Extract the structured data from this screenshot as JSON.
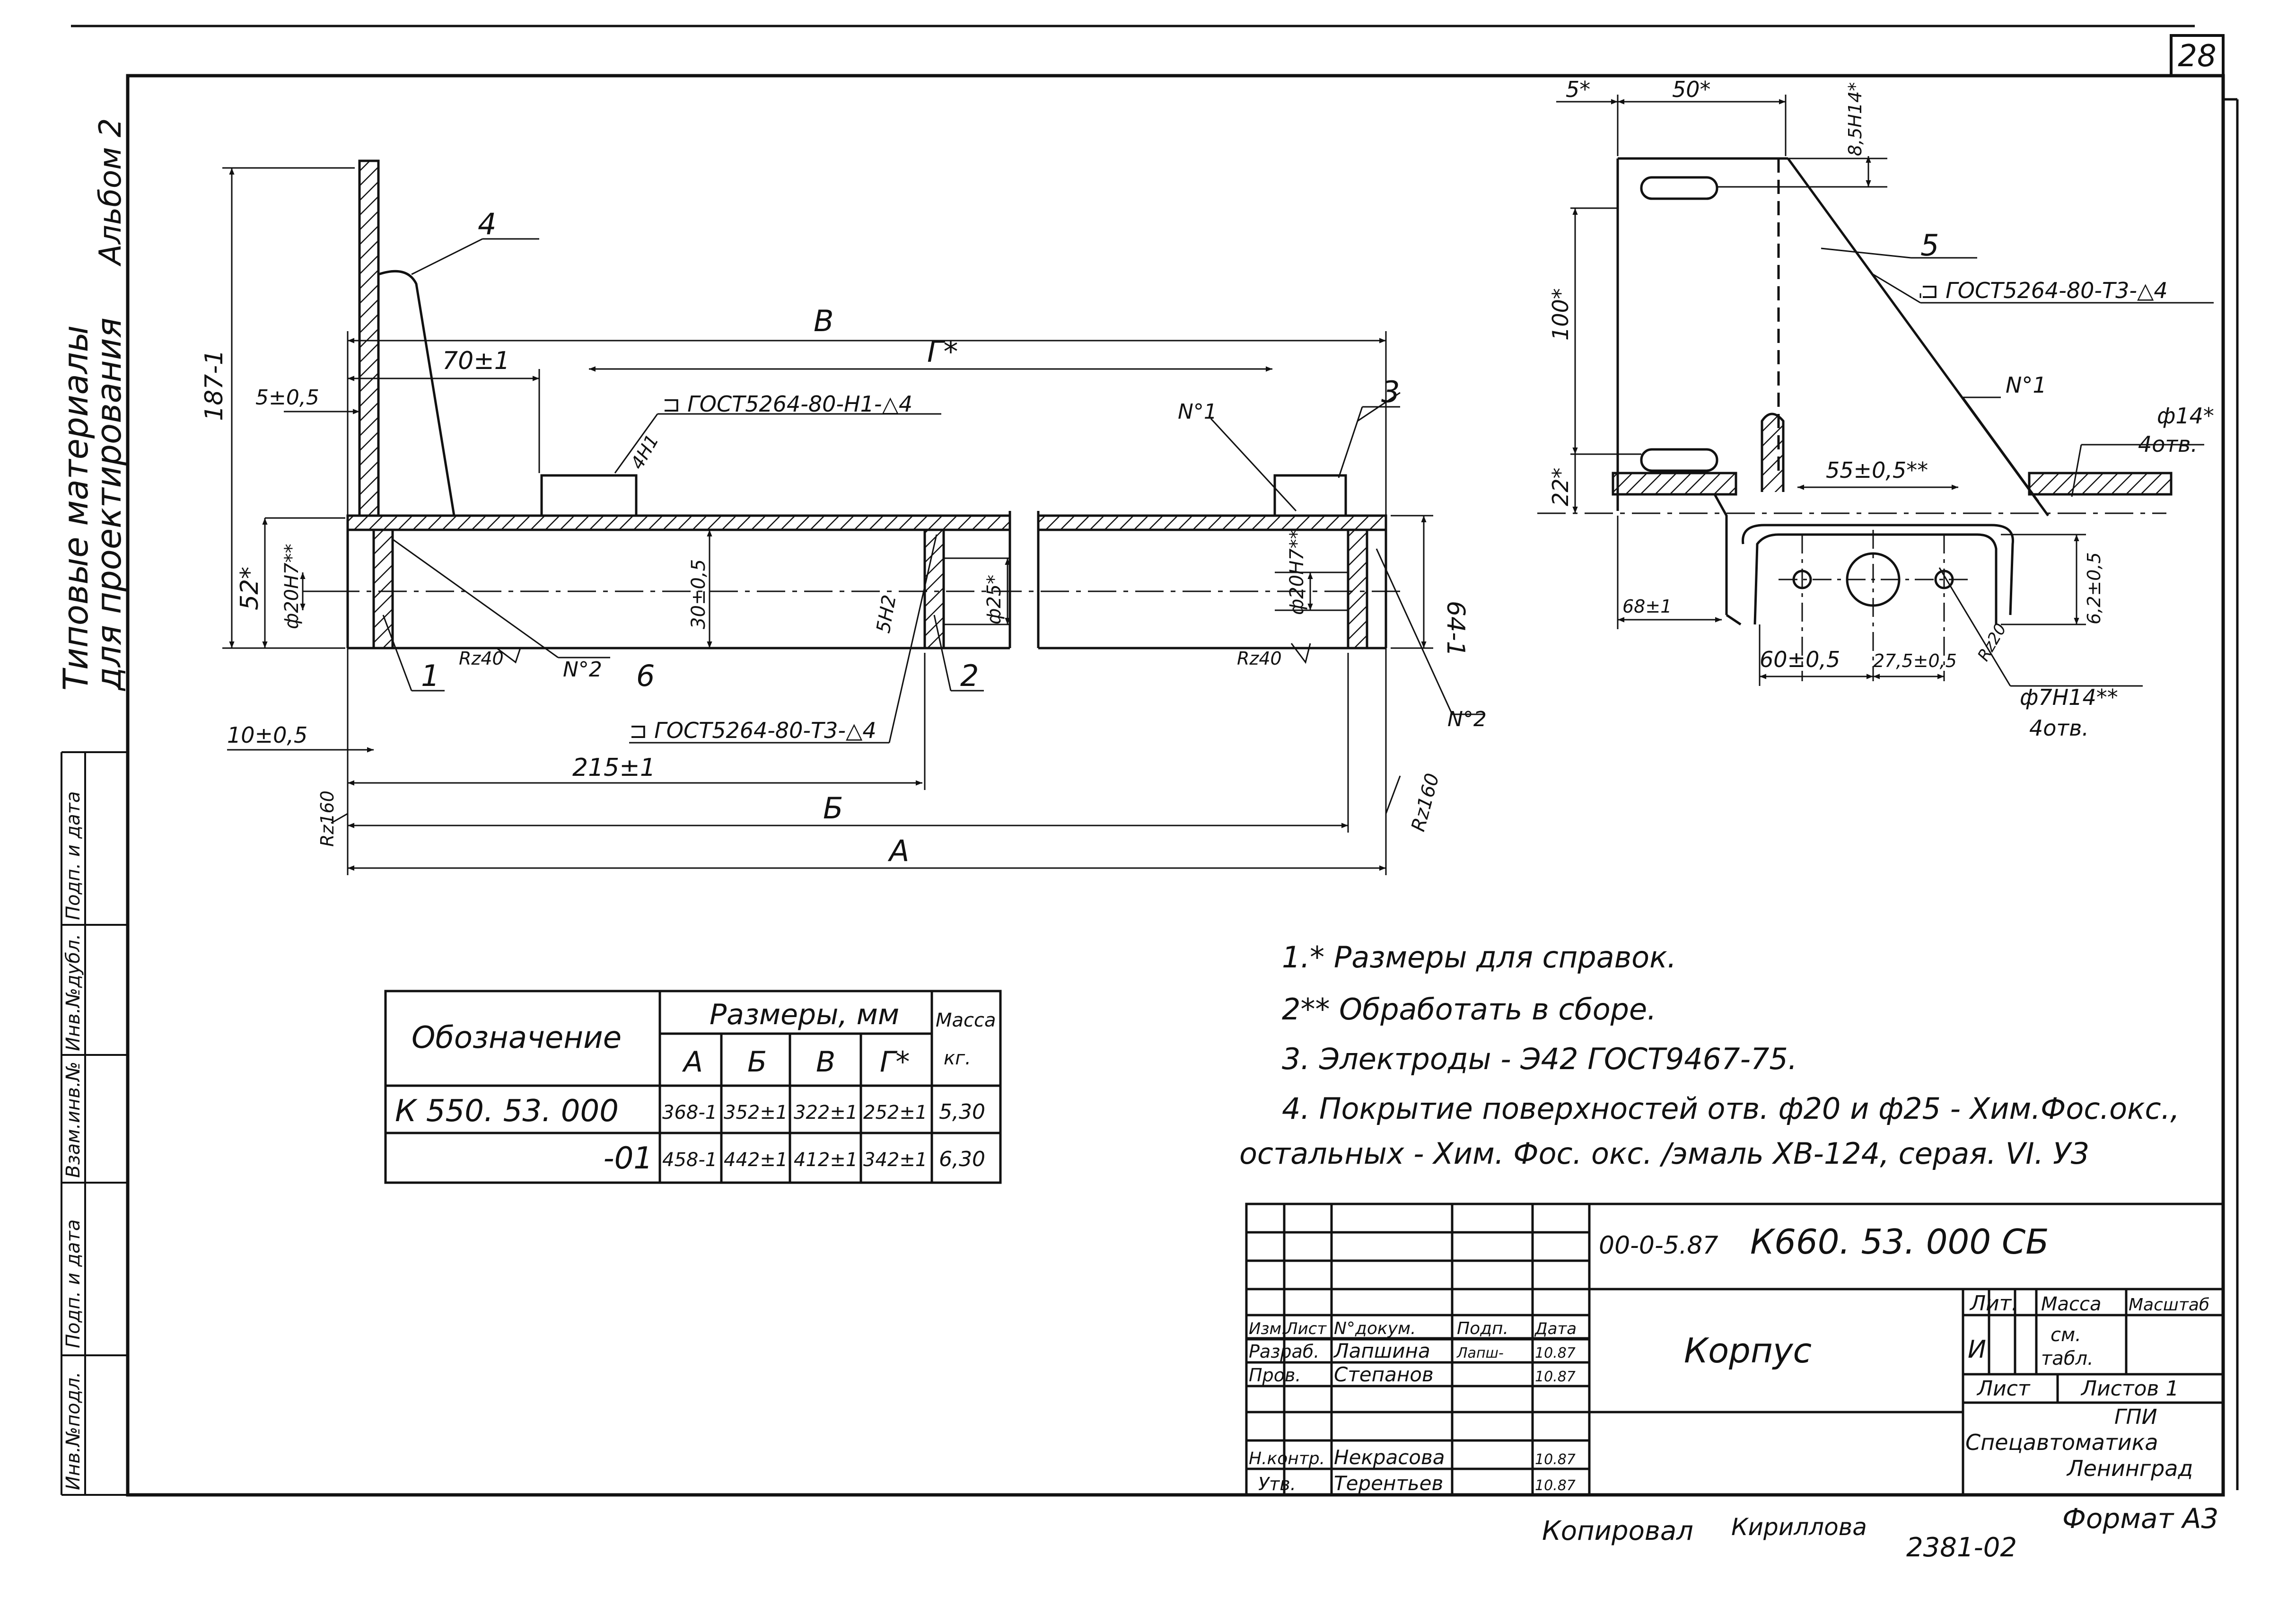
{
  "page_number": "28",
  "album_title": "Альбом 2",
  "side_title_1": "Типовые материалы",
  "side_title_2": "для проектирования",
  "side_stamp": [
    "Инв.№подл.",
    "Подп. и дата",
    "Взам.инв.№",
    "Инв.№дубл.",
    "Подп. и дата"
  ],
  "front_view": {
    "part_labels": [
      "4",
      "3",
      "1",
      "6",
      "2"
    ],
    "dims": {
      "B": "В",
      "G": "Г*",
      "D70": "70±1",
      "D5": "5±0,5",
      "H187": "187-1",
      "H52": "52*",
      "H64": "64-1",
      "D30": "30±0,5",
      "D25": "ф25*",
      "D20a": "ф20Н7**",
      "D20b": "ф20Н7**",
      "D44": "4Н1",
      "D10": "10±0,5",
      "D215": "215±1",
      "Bb": "Б",
      "A": "А",
      "W5": "5Н2",
      "R40a": "Rz40",
      "R40b": "Rz40",
      "R160a": "Rz160",
      "R160b": "Rz160",
      "N1": "N°1",
      "N2a": "N°2",
      "N2b": "N°2"
    },
    "weld_1": "⊐ ГОСТ5264-80-Н1-△4",
    "weld_2": "⊐ ГОСТ5264-80-Т3-△4"
  },
  "side_view": {
    "part_label": "5",
    "dims": {
      "D5": "5*",
      "D50": "50*",
      "D85": "8,5Н14*",
      "H100": "100*",
      "H22": "22*",
      "D55": "55±0,5**",
      "D68": "68±1",
      "D60": "60±0,5",
      "D275": "27,5±0,5",
      "D62": "6,2±0,5",
      "R20": "Rz20",
      "N1": "N°1"
    },
    "weld": "⊐ ГОСТ5264-80-Т3-△4",
    "hole_14": [
      "ф14*",
      "4отв."
    ],
    "hole_7": [
      "ф7Н14**",
      "4отв."
    ]
  },
  "notes": [
    "1.* Размеры для справок.",
    "2** Обработать в сборе.",
    "3. Электроды - Э42 ГОСТ9467-75.",
    "4. Покрытие поверхностей отв. ф20 и ф25 - Хим.Фос.окс.,",
    "остальных - Хим. Фос. окс. /эмаль ХВ-124, серая. VI. У3"
  ],
  "table": {
    "header_designation": "Обозначение",
    "header_sizes": "Размеры, мм",
    "header_mass": [
      "Масса",
      "кг."
    ],
    "columns": [
      "А",
      "Б",
      "В",
      "Г*"
    ],
    "rows": [
      {
        "designation": "К 550. 53. 000",
        "A": "368-1",
        "B": "352±1",
        "V": "322±1",
        "G": "252±1",
        "mass": "5,30"
      },
      {
        "designation": "-01",
        "A": "458-1",
        "B": "442±1",
        "V": "412±1",
        "G": "342±1",
        "mass": "6,30"
      }
    ]
  },
  "title_block": {
    "code": "00-0-5.87",
    "designation": "К660. 53. 000 СБ",
    "name": "Корпус",
    "headers": [
      "Изм.",
      "Лист",
      "N°докум.",
      "Подп.",
      "Дата"
    ],
    "staff": [
      {
        "role": "Разраб.",
        "name": "Лапшина",
        "sign": "Лапш-",
        "date": "10.87"
      },
      {
        "role": "Пров.",
        "name": "Степанов",
        "sign": "",
        "date": "10.87"
      },
      {
        "role": "Н.контр.",
        "name": "Некрасова",
        "sign": "",
        "date": "10.87"
      },
      {
        "role": "Утв.",
        "name": "Терентьев",
        "sign": "",
        "date": "10.87"
      }
    ],
    "lit_label": "Лит.",
    "mass_label": "Масса",
    "scale_label": "Масштаб",
    "lit_value": "И",
    "mass_value_1": "см.",
    "mass_value_2": "табл.",
    "sheet_label": "Лист",
    "sheets_label": "Листов 1",
    "org": [
      "ГПИ",
      "Спецавтоматика",
      "Ленинград"
    ]
  },
  "footer": {
    "copied": "Копировал",
    "copied_sign": "Кириллова",
    "number": "2381-02",
    "format": "Формат А3"
  }
}
